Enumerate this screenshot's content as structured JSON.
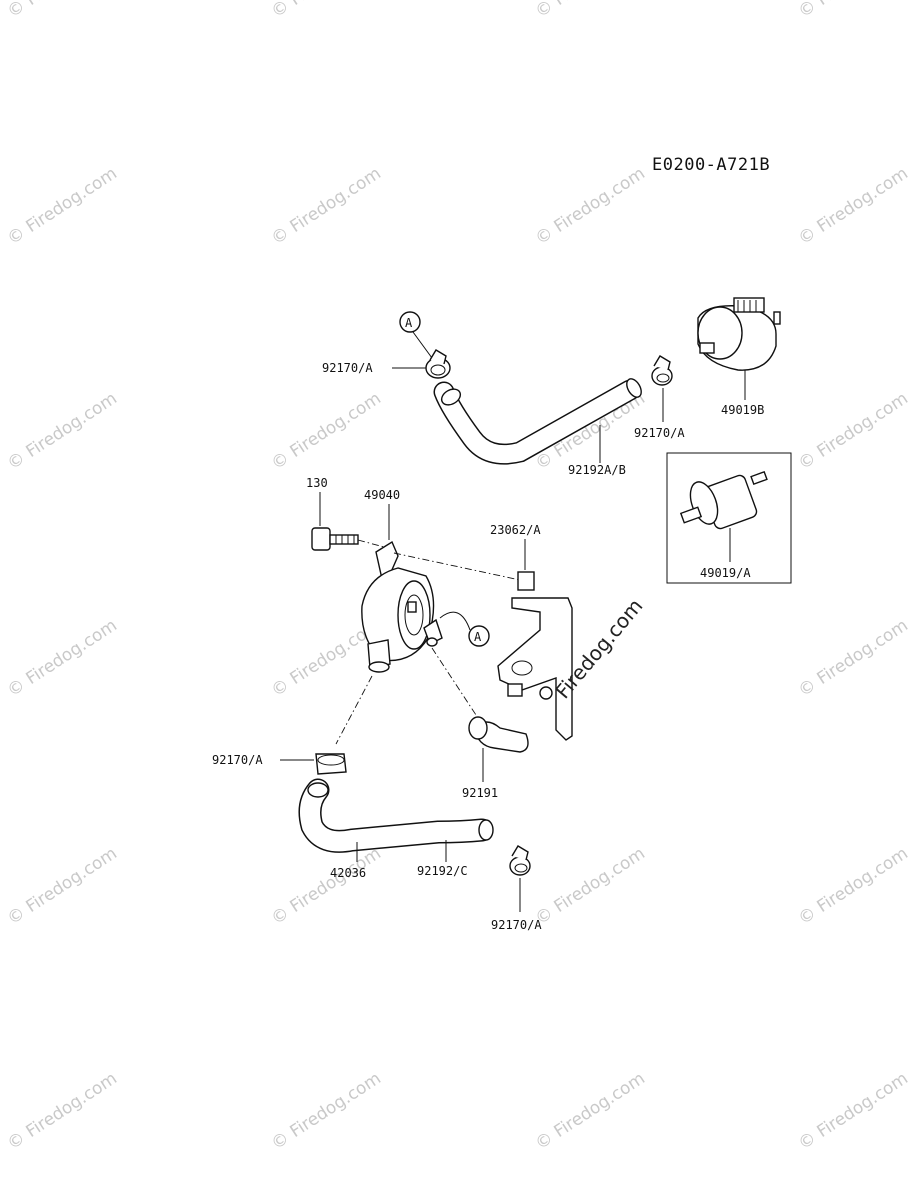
{
  "diagram_code": "E0200-A721B",
  "labels": {
    "clamp_top_left": "92170/A",
    "clamp_top_right": "92170/A",
    "filter_b": "49019B",
    "hose_top": "92192A/B",
    "filter_a": "49019/A",
    "bolt": "130",
    "pump": "49040",
    "bracket": "23062/A",
    "clamp_mid_left": "92170/A",
    "hose_short": "92191",
    "hose_long": "42036",
    "hose_c": "92192/C",
    "clamp_bottom": "92170/A",
    "ref_a_top": "A",
    "ref_a_mid": "A"
  },
  "watermark": "© Firedog.com",
  "center_watermark": "Firedog.com"
}
